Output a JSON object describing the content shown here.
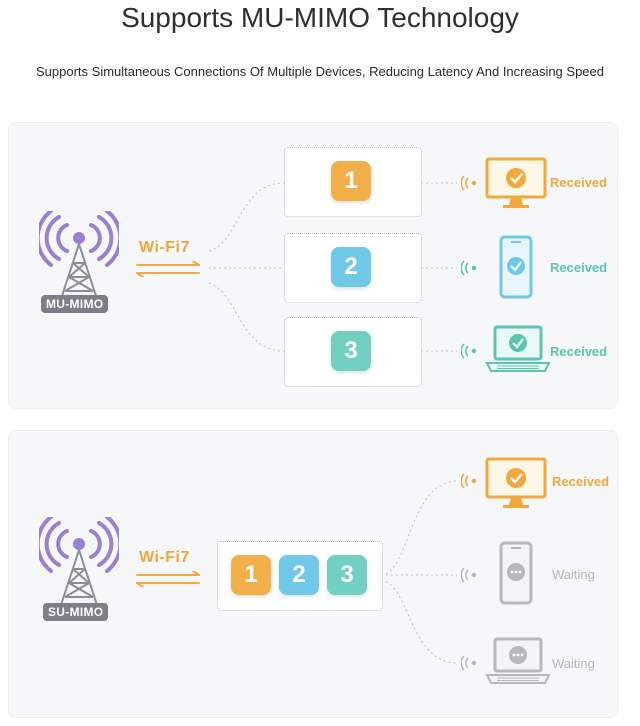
{
  "header": {
    "title": "Supports MU-MIMO Technology",
    "subtitle": "Supports Simultaneous Connections Of Multiple Devices, Reducing Latency And Increasing Speed"
  },
  "colors": {
    "orange": "#f3b04a",
    "blue": "#6fc8e8",
    "teal": "#71d0c1",
    "purple": "#9b7fd0",
    "received_orange": "#f1a83c",
    "received_teal": "#5cc4b0",
    "waiting_gray": "#b5b8bd"
  },
  "mu_panel": {
    "badge": "MU-MIMO",
    "wifi_label": "Wi-Fi7",
    "streams": [
      {
        "number": "1",
        "color": "orange"
      },
      {
        "number": "2",
        "color": "blue"
      },
      {
        "number": "3",
        "color": "teal"
      }
    ],
    "devices": [
      {
        "icon": "monitor-icon",
        "status": "Received"
      },
      {
        "icon": "phone-icon",
        "status": "Received"
      },
      {
        "icon": "laptop-icon",
        "status": "Received"
      }
    ]
  },
  "su_panel": {
    "badge": "SU-MIMO",
    "wifi_label": "Wi-Fi7",
    "streams": [
      {
        "number": "1",
        "color": "orange"
      },
      {
        "number": "2",
        "color": "blue"
      },
      {
        "number": "3",
        "color": "teal"
      }
    ],
    "devices": [
      {
        "icon": "monitor-icon",
        "status": "Received"
      },
      {
        "icon": "phone-icon",
        "status": "Waiting"
      },
      {
        "icon": "laptop-icon",
        "status": "Waiting"
      }
    ]
  }
}
